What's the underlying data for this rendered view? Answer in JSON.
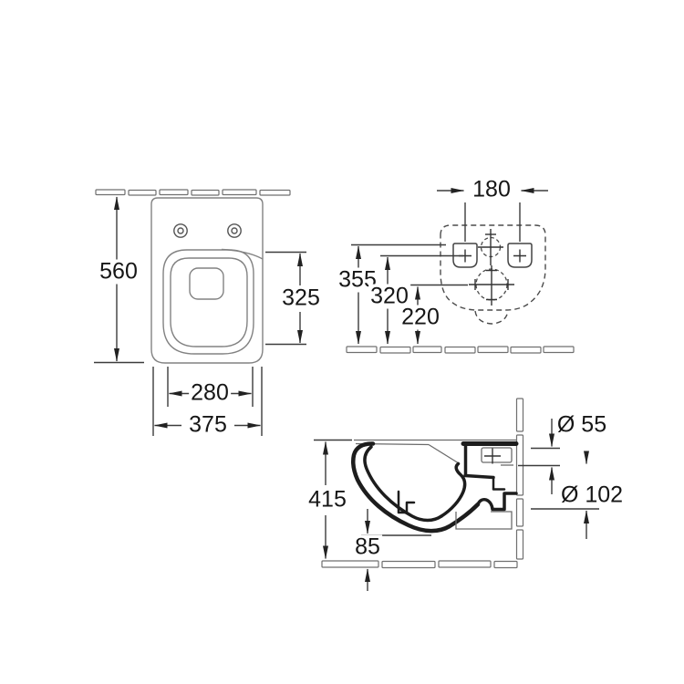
{
  "views": {
    "front": {
      "dim_height": "560",
      "dim_bowl_height": "325",
      "dim_bowl_width": "280",
      "dim_width": "375"
    },
    "plan": {
      "dim_hole_spacing": "180",
      "dim_inlet_height": "355",
      "dim_hole_height": "320",
      "dim_outlet_height": "220"
    },
    "side": {
      "dim_depth": "415",
      "dim_floor_clearance": "85",
      "dim_inlet_diameter": "Ø 55",
      "dim_outlet_diameter": "Ø 102"
    }
  }
}
